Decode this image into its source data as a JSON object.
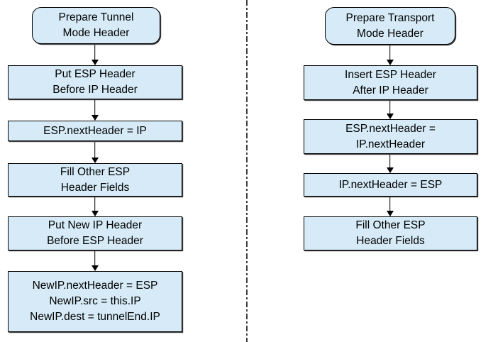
{
  "tunnel": {
    "nodes": [
      {
        "shape": "terminator",
        "lines": [
          "Prepare Tunnel",
          "Mode Header"
        ]
      },
      {
        "shape": "process",
        "lines": [
          "Put ESP Header",
          "Before IP Header"
        ]
      },
      {
        "shape": "process",
        "lines": [
          "ESP.nextHeader = IP"
        ]
      },
      {
        "shape": "process",
        "lines": [
          "Fill Other ESP",
          "Header Fields"
        ]
      },
      {
        "shape": "process",
        "lines": [
          "Put New IP Header",
          "Before ESP Header"
        ]
      },
      {
        "shape": "process",
        "lines": [
          "NewIP.nextHeader = ESP",
          "NewIP.src = this.IP",
          "NewIP.dest = tunnelEnd.IP"
        ]
      }
    ]
  },
  "transport": {
    "nodes": [
      {
        "shape": "terminator",
        "lines": [
          "Prepare Transport",
          "Mode Header"
        ]
      },
      {
        "shape": "process",
        "lines": [
          "Insert ESP Header",
          "After IP Header"
        ]
      },
      {
        "shape": "process",
        "lines": [
          "ESP.nextHeader =",
          "IP.nextHeader"
        ]
      },
      {
        "shape": "process",
        "lines": [
          "IP.nextHeader = ESP"
        ]
      },
      {
        "shape": "process",
        "lines": [
          "Fill Other ESP",
          "Header Fields"
        ]
      }
    ]
  },
  "colors": {
    "box_fill": "#d6ebf7",
    "box_border": "#000000",
    "arrow": "#000000",
    "divider": "#3f3f3f",
    "background": "#ffffff"
  }
}
